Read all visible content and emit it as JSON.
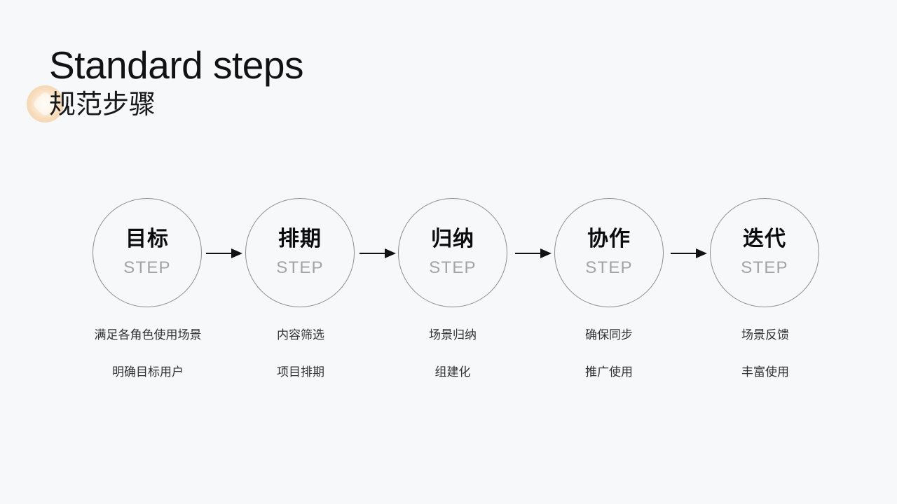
{
  "header": {
    "title": "Standard steps",
    "subtitle": "规范步骤",
    "decoration": "peach-circle-diamond"
  },
  "theme": {
    "background": "#f7f8fa",
    "title_color": "#111214",
    "circle_border": "#8a8d90",
    "step_label_color": "#0b0c0e",
    "step_sub_color": "#a1a3a6",
    "caption_color": "#2f3133",
    "accent_peach": "#f3d4ae",
    "arrow_color": "#111214"
  },
  "flow": {
    "arrow_icon": "arrow-right-icon",
    "steps": [
      {
        "label": "目标",
        "sub": "STEP",
        "captions": [
          "满足各角色使用场景",
          "明确目标用户"
        ]
      },
      {
        "label": "排期",
        "sub": "STEP",
        "captions": [
          "内容筛选",
          "项目排期"
        ]
      },
      {
        "label": "归纳",
        "sub": "STEP",
        "captions": [
          "场景归纳",
          "组建化"
        ]
      },
      {
        "label": "协作",
        "sub": "STEP",
        "captions": [
          "确保同步",
          "推广使用"
        ]
      },
      {
        "label": "迭代",
        "sub": "STEP",
        "captions": [
          "场景反馈",
          "丰富使用"
        ]
      }
    ]
  }
}
